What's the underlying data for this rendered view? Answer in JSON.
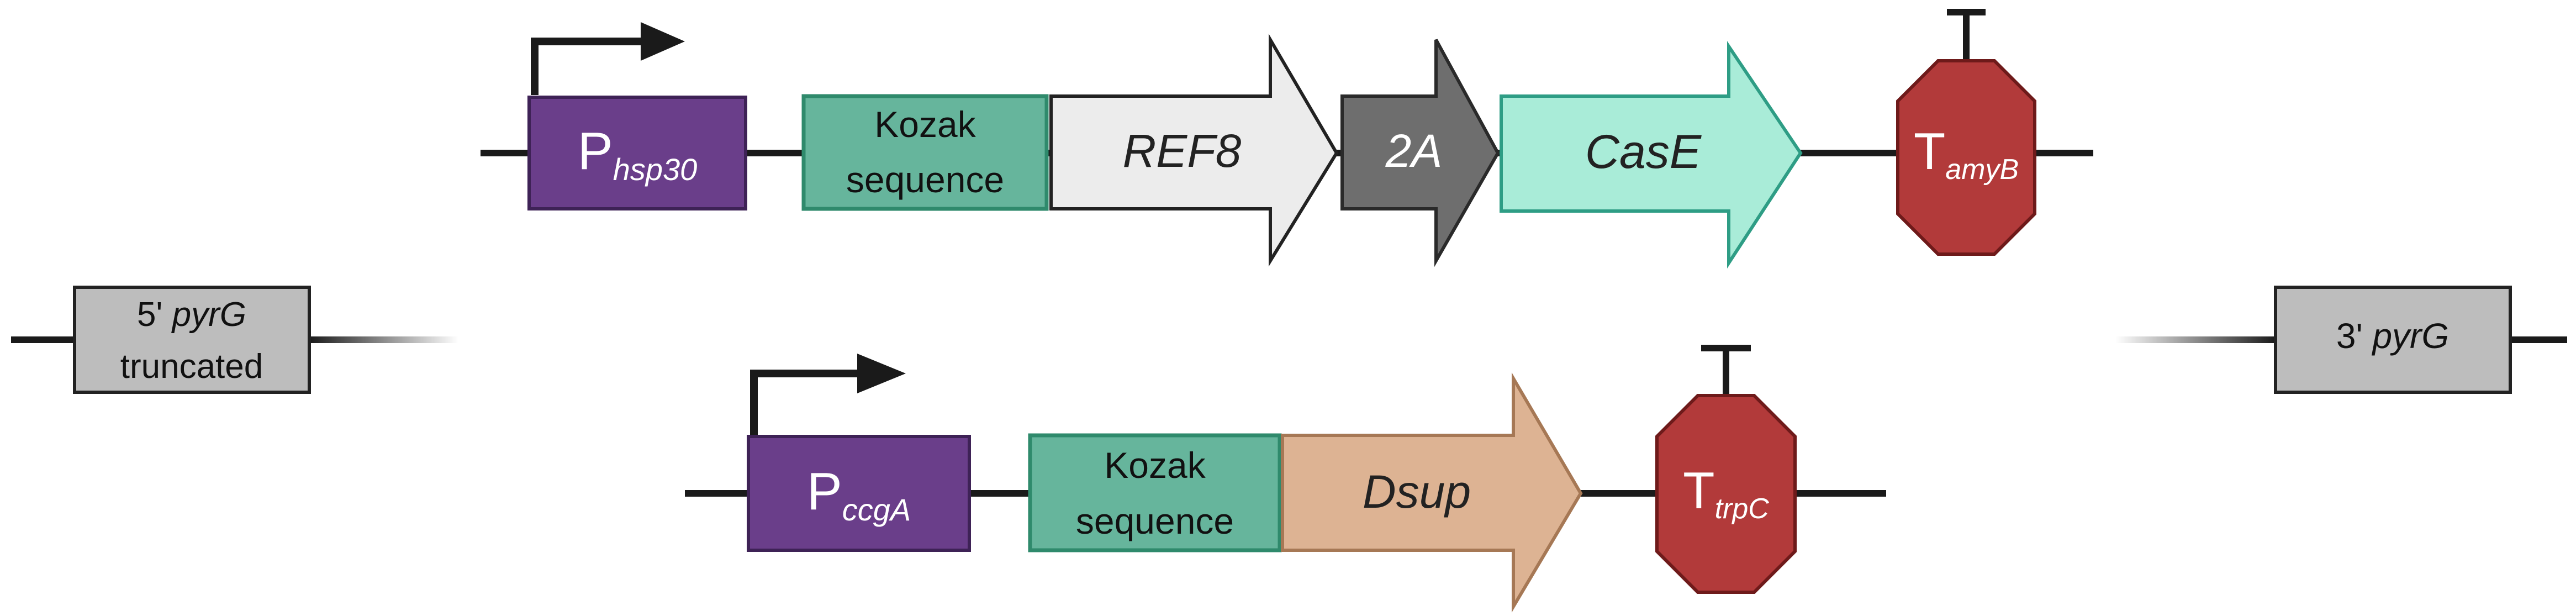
{
  "colors": {
    "backbone": "#1a1a1a",
    "promoter": "#6a3e8a",
    "promoter_stroke": "#3e2256",
    "kozak": "#66b59c",
    "kozak_stroke": "#2f8a6c",
    "ref8": "#ececec",
    "ref8_stroke": "#222222",
    "t2a": "#6e6e6e",
    "t2a_stroke": "#2a2a2a",
    "case": "#a9ecd8",
    "case_stroke": "#2e9d85",
    "dsup": "#ddb393",
    "dsup_stroke": "#a67855",
    "terminator": "#b23a3a",
    "terminator_stroke": "#6e1a1a",
    "homology": "#bdbdbd",
    "homology_stroke": "#222222",
    "white_text": "#ffffff",
    "dark_text": "#111111"
  },
  "flank_5": {
    "line1_prefix": "5' ",
    "line1_gene": "pyrG",
    "line2": "truncated"
  },
  "flank_3": {
    "prefix": "3' ",
    "gene": "pyrG"
  },
  "cassette_1": {
    "promoter": {
      "symbol": "P",
      "subscript": "hsp30",
      "icon": "promoter-arrow-icon"
    },
    "kozak": {
      "line1": "Kozak",
      "line2": "sequence"
    },
    "gene_1": {
      "name": "REF8"
    },
    "linker": {
      "name": "2A"
    },
    "gene_2": {
      "name": "CasE"
    },
    "terminator": {
      "symbol": "T",
      "subscript": "amyB",
      "icon": "terminator-t-icon"
    }
  },
  "cassette_2": {
    "promoter": {
      "symbol": "P",
      "subscript": "ccgA",
      "icon": "promoter-arrow-icon"
    },
    "kozak": {
      "line1": "Kozak",
      "line2": "sequence"
    },
    "gene_1": {
      "name": "Dsup"
    },
    "terminator": {
      "symbol": "T",
      "subscript": "trpC",
      "icon": "terminator-t-icon"
    }
  }
}
